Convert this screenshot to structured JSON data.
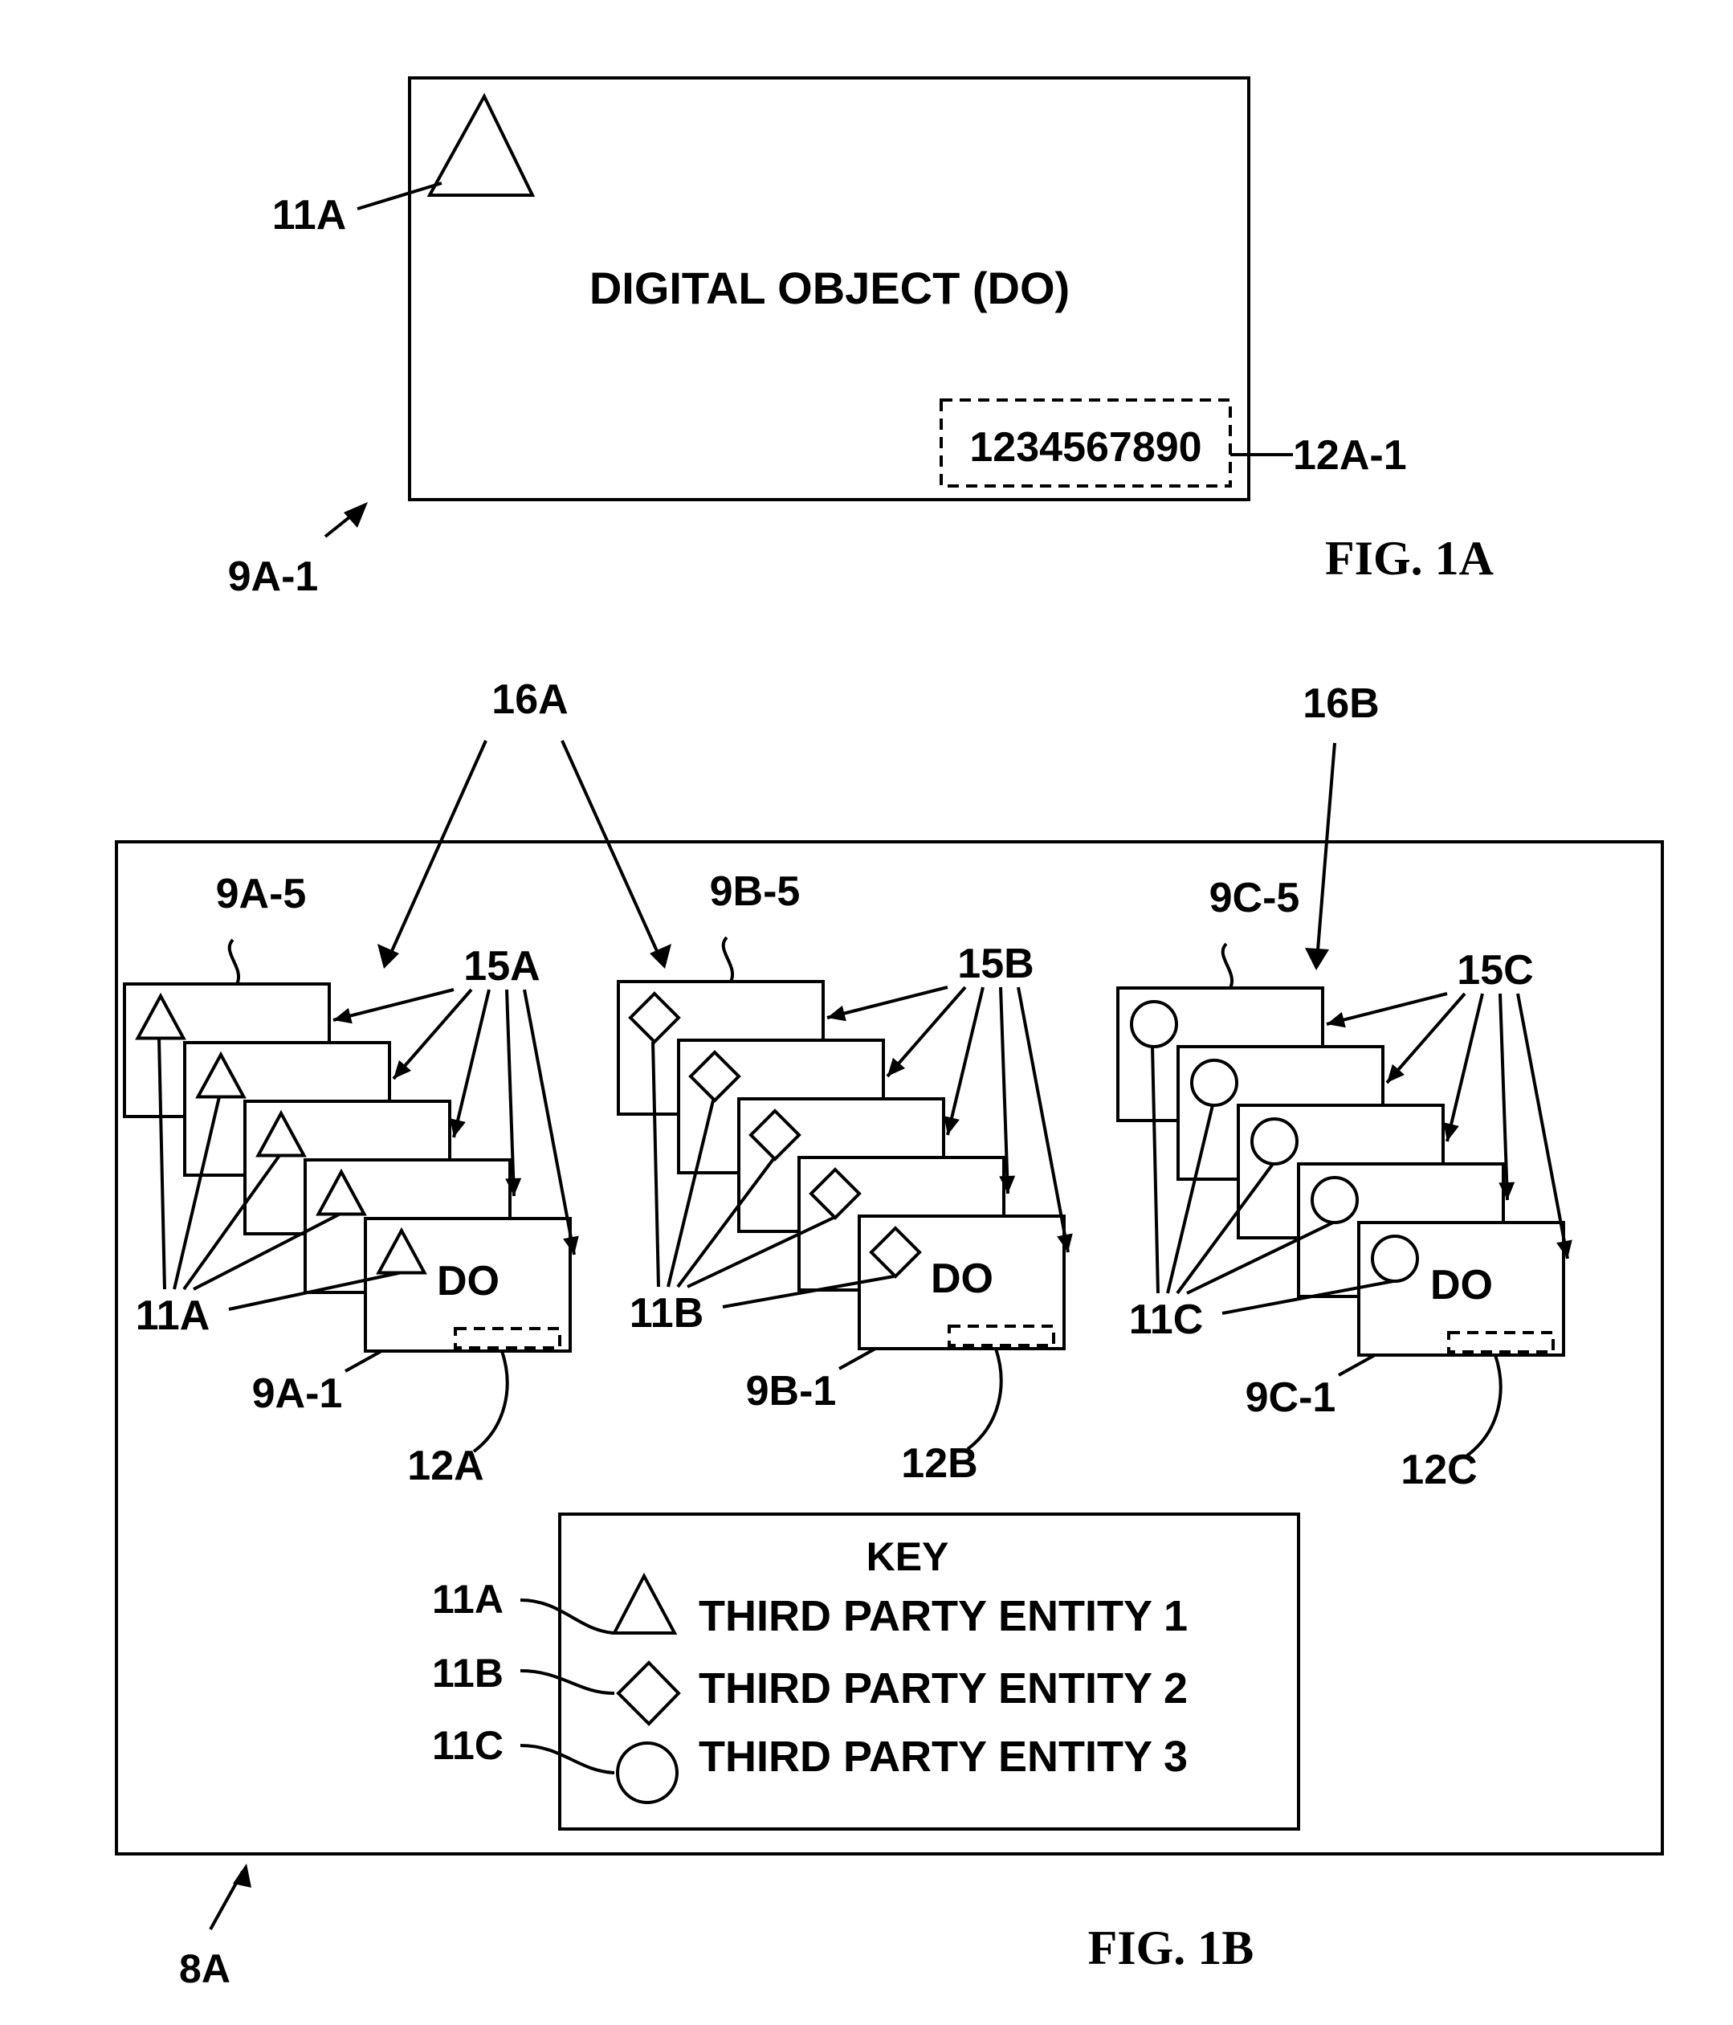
{
  "fig1a": {
    "caption": "FIG. 1A",
    "title": "DIGITAL OBJECT (DO)",
    "number": "1234567890",
    "ref_symbol": "11A",
    "ref_number": "12A-1",
    "ref_object": "9A-1"
  },
  "fig1b": {
    "caption": "FIG. 1B",
    "ref_container": "8A",
    "groups": [
      {
        "symbol": "triangle",
        "top_label": "9A-5",
        "bottom_label": "9A-1",
        "dash_label": "12A",
        "entity_label": "11A",
        "pointer_label": "15A",
        "do_text": "DO"
      },
      {
        "symbol": "diamond",
        "top_label": "9B-5",
        "bottom_label": "9B-1",
        "dash_label": "12B",
        "entity_label": "11B",
        "pointer_label": "15B",
        "do_text": "DO"
      },
      {
        "symbol": "circle",
        "top_label": "9C-5",
        "bottom_label": "9C-1",
        "dash_label": "12C",
        "entity_label": "11C",
        "pointer_label": "15C",
        "do_text": "DO"
      }
    ],
    "group_labels": [
      "16A",
      "16B"
    ],
    "key": {
      "title": "KEY",
      "items": [
        {
          "ref": "11A",
          "symbol": "triangle",
          "label": "THIRD PARTY ENTITY 1"
        },
        {
          "ref": "11B",
          "symbol": "diamond",
          "label": "THIRD PARTY ENTITY 2"
        },
        {
          "ref": "11C",
          "symbol": "circle",
          "label": "THIRD PARTY ENTITY 3"
        }
      ]
    }
  }
}
